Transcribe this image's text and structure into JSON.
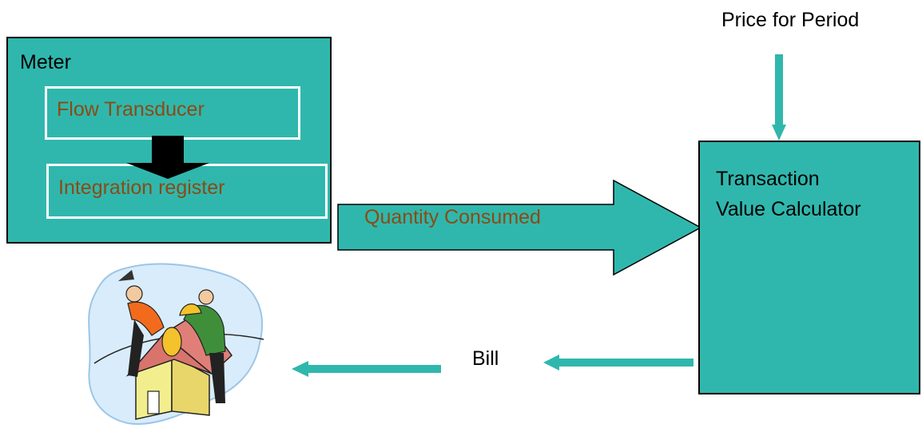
{
  "diagram": {
    "meter": {
      "label": "Meter",
      "flow_transducer": "Flow Transducer",
      "integration_register": "Integration register"
    },
    "quantity_consumed": "Quantity Consumed",
    "price_for_period": "Price for Period",
    "calculator": {
      "line1": "Transaction",
      "line2": "Value Calculator"
    },
    "bill": "Bill"
  },
  "colors": {
    "teal": "#30b7ad",
    "brown_text": "#8a4b14"
  },
  "icons": [
    "down-arrow-icon",
    "right-arrow-icon",
    "left-arrow-icon",
    "people-house-clipart"
  ]
}
